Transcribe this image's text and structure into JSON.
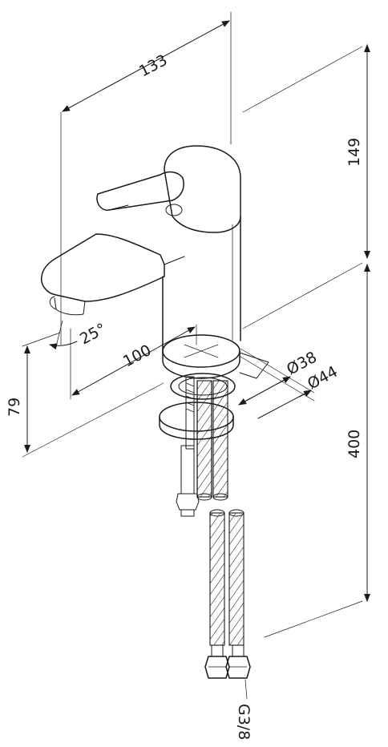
{
  "dimensions": {
    "width_top": "133",
    "height_upper": "149",
    "height_lower": "400",
    "spout_reach": "100",
    "spout_height": "79",
    "angle": "25°",
    "dia_small": "Ø38",
    "dia_large": "Ø44",
    "thread": "G3/8"
  }
}
